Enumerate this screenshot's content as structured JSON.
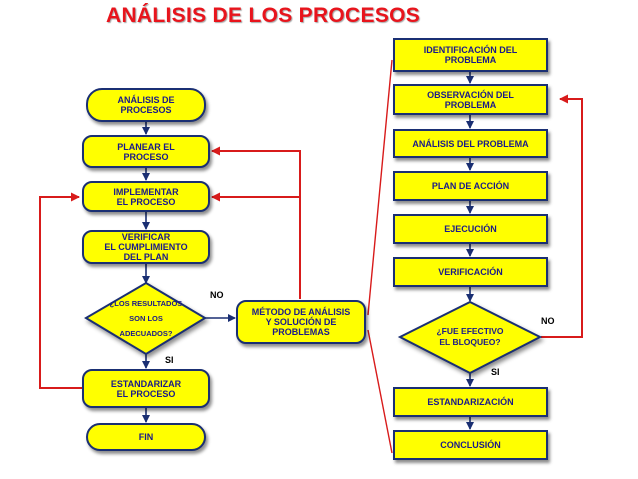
{
  "title": "ANÁLISIS DE LOS PROCESOS",
  "left_flow": {
    "start": "ANÁLISIS DE\nPROCESOS",
    "plan": "PLANEAR EL\nPROCESO",
    "implement": "IMPLEMENTAR\nEL PROCESO",
    "verify": "VERIFICAR\nEL CUMPLIMIENTO\nDEL PLAN",
    "decision": "¿LOS RESULTADOS\nSON LOS\nADECUADOS?",
    "standardize": "ESTANDARIZAR\nEL PROCESO",
    "end": "FIN",
    "label_no": "NO",
    "label_si": "SI"
  },
  "method_box": "MÉTODO DE ANÁLISIS\nY SOLUCIÓN DE\nPROBLEMAS",
  "right_flow": {
    "identify": "IDENTIFICACIÓN DEL\nPROBLEMA",
    "observe": "OBSERVACIÓN DEL\nPROBLEMA",
    "analysis": "ANÁLISIS DEL PROBLEMA",
    "plan": "PLAN DE ACCIÓN",
    "execution": "EJECUCIÓN",
    "verification": "VERIFICACIÓN",
    "decision": "¿FUE EFECTIVO\nEL BLOQUEO?",
    "standardization": "ESTANDARIZACIÓN",
    "conclusion": "CONCLUSIÓN",
    "label_no": "NO",
    "label_si": "SI"
  },
  "colors": {
    "title": "#e8141c",
    "box_fill": "#ffff00",
    "box_border": "#1a2f73",
    "text": "#1a1a8a",
    "flow_arrow": "#1a2f73",
    "loop_arrow": "#d81b1b"
  }
}
